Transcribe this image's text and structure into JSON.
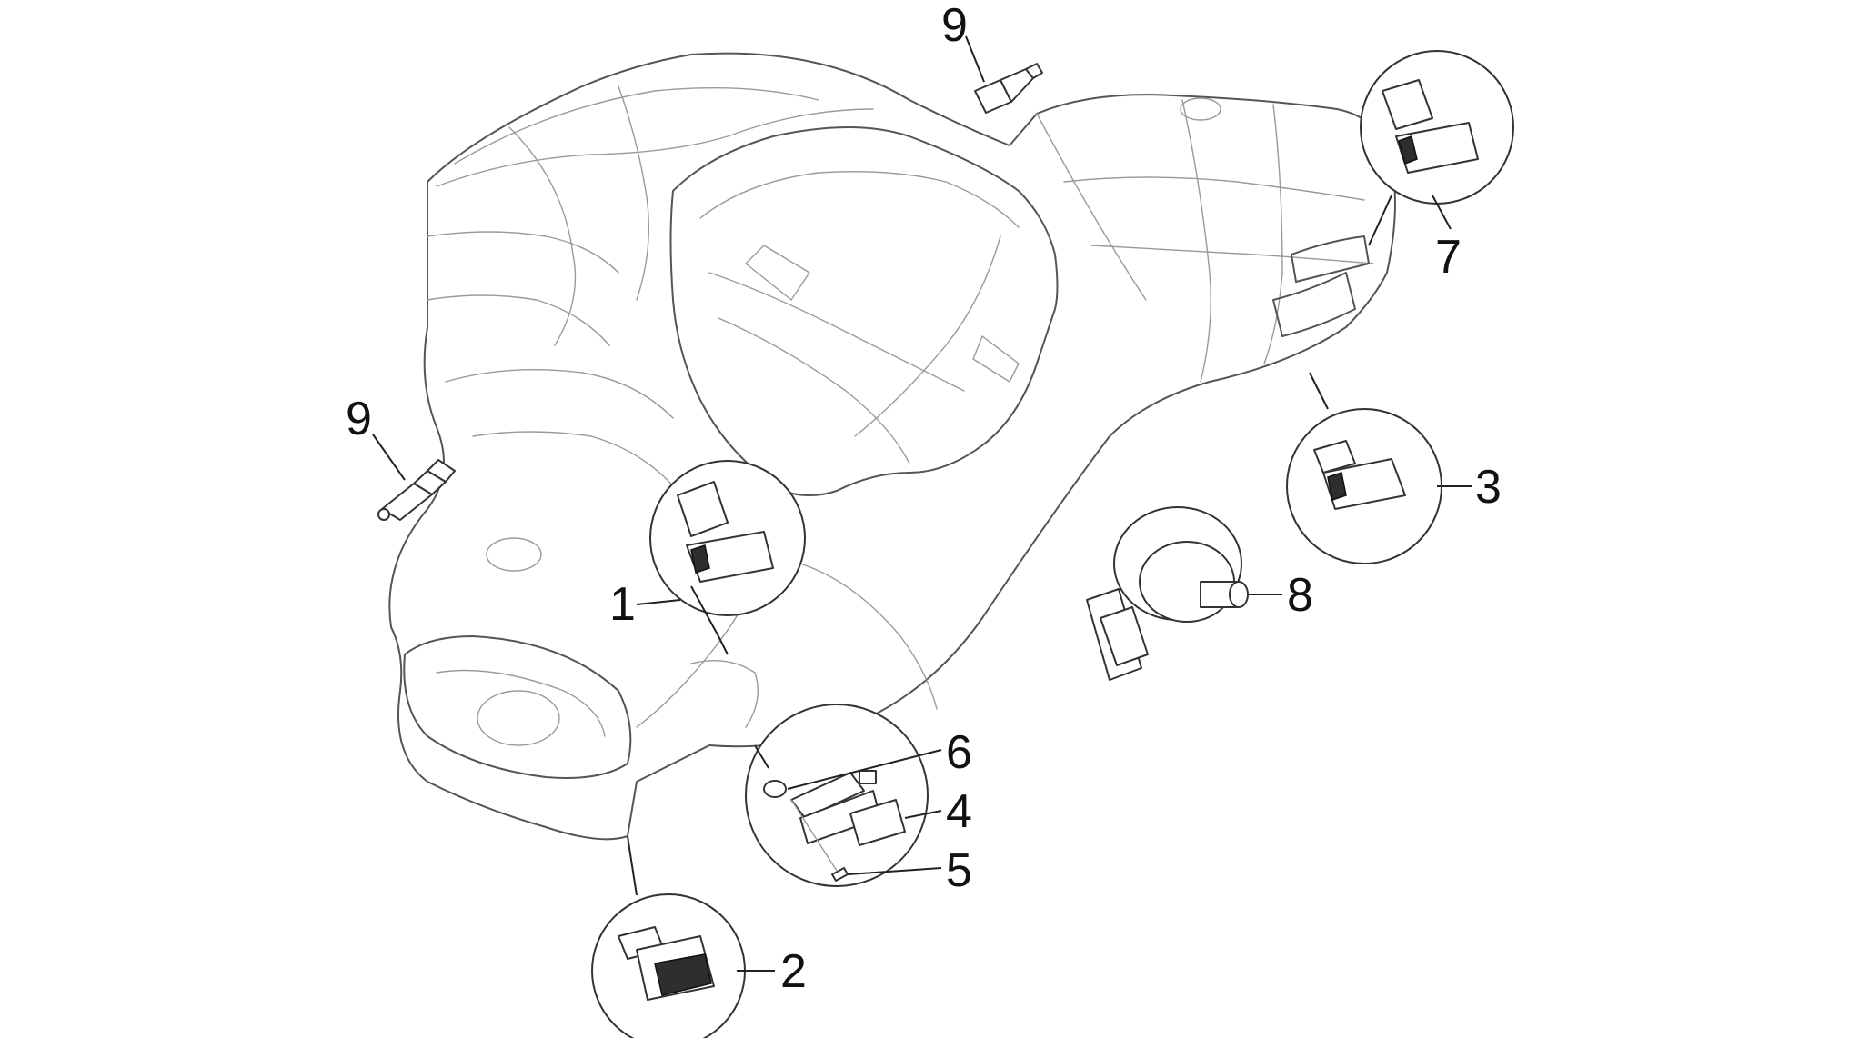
{
  "callouts": {
    "c1": "1",
    "c2": "2",
    "c3": "3",
    "c4": "4",
    "c5": "5",
    "c6": "6",
    "c7": "7",
    "c8": "8",
    "c9_top": "9",
    "c9_left": "9"
  },
  "colors": {
    "line": "#555555",
    "text": "#111111"
  }
}
